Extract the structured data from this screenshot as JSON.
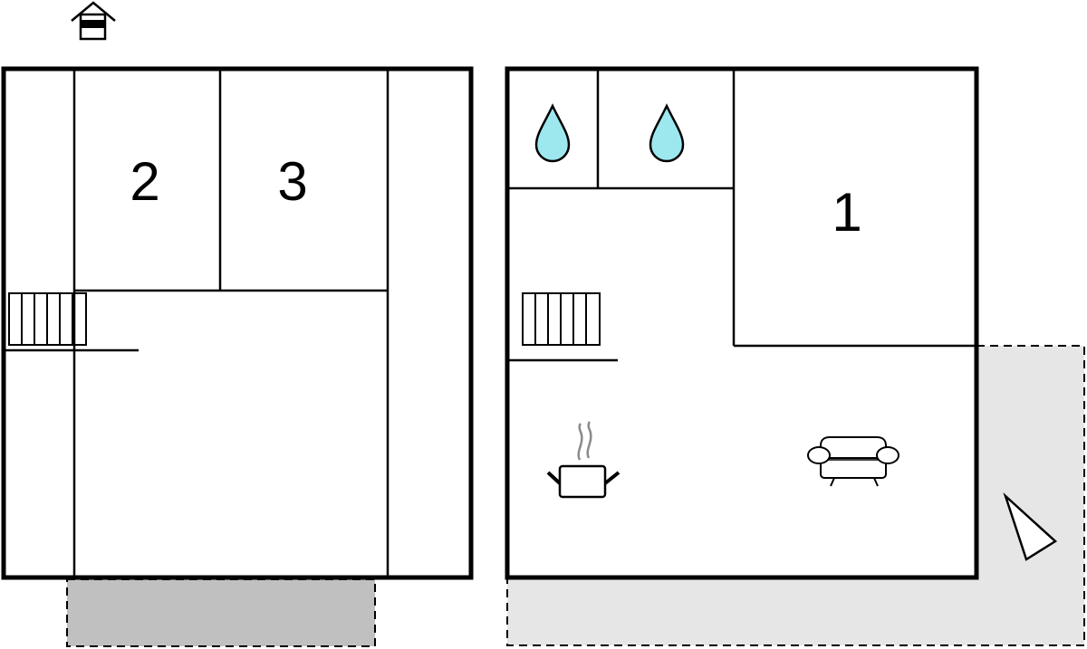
{
  "colors": {
    "wall": "#000000",
    "background": "#ffffff",
    "water_fill": "#9de8ef",
    "covered_terrace": "#c0c0c0",
    "open_terrace": "#e6e6e6",
    "steam": "#8a8a8a"
  },
  "icons": {
    "entrance": "house-entrance-icon",
    "water": "water-drop-icon",
    "kitchen": "cooking-pot-icon",
    "living": "sofa-icon",
    "north": "compass-arrow-icon",
    "stairs": "staircase-icon"
  },
  "rooms": {
    "bedroom_1": "1",
    "bedroom_2": "2",
    "bedroom_3": "3"
  }
}
